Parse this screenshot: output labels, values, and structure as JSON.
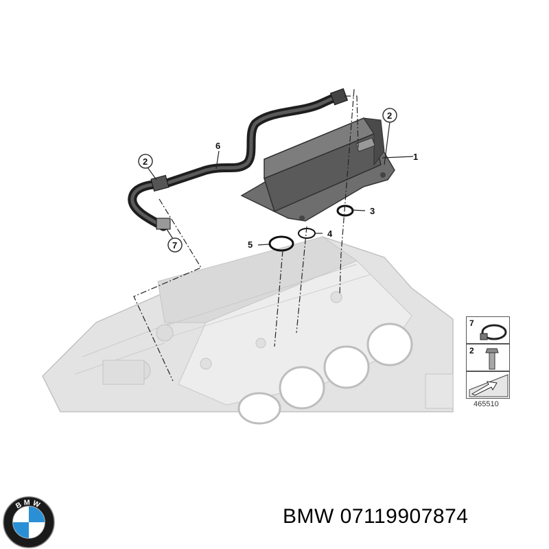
{
  "diagram": {
    "callouts": [
      {
        "id": "c1",
        "label": "1"
      },
      {
        "id": "c2a",
        "label": "2"
      },
      {
        "id": "c2b",
        "label": "2"
      },
      {
        "id": "c3",
        "label": "3"
      },
      {
        "id": "c4",
        "label": "4"
      },
      {
        "id": "c5",
        "label": "5"
      },
      {
        "id": "c6",
        "label": "6"
      },
      {
        "id": "c7",
        "label": "7"
      }
    ],
    "legend": {
      "items": [
        {
          "label": "7",
          "part": "hose-clamp-icon"
        },
        {
          "label": "2",
          "part": "bolt-icon"
        }
      ],
      "reference": "465510"
    }
  },
  "caption": {
    "brand": "BMW",
    "part_number": "07119907874"
  },
  "logo": {
    "letters": "BMW",
    "colors": {
      "blue": "#2b8fd6",
      "white": "#ffffff",
      "ring": "#1a1a1a"
    }
  }
}
